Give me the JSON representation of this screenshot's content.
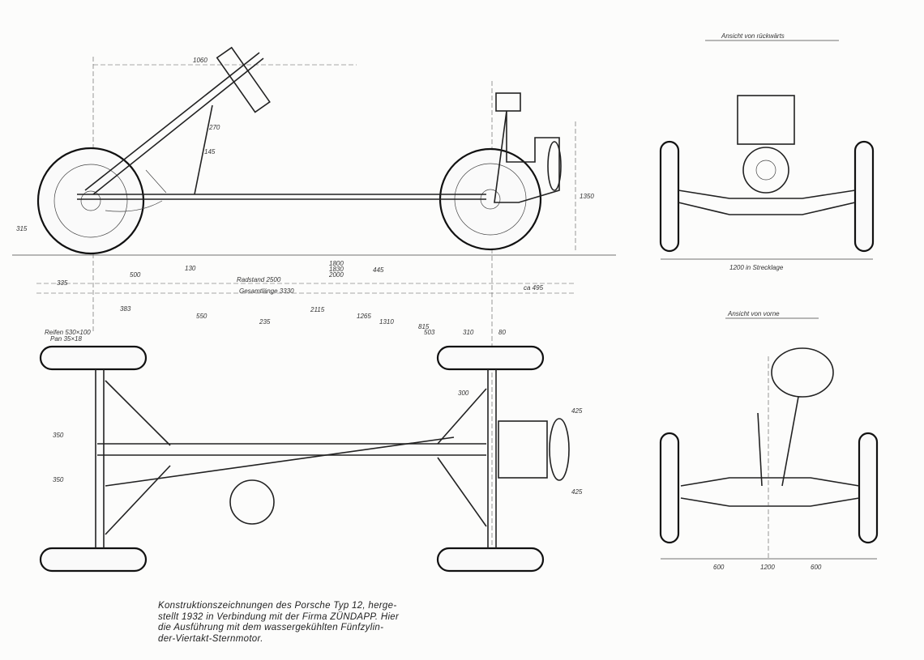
{
  "views": {
    "rear_title": "Ansicht von rückwärts",
    "front_title": "Ansicht von vorne",
    "rear_track": "1200 in Strecklage",
    "front_track": "1200"
  },
  "dimensions": {
    "top": "1060",
    "wheelbase": "Radstand 2500",
    "overall_length": "Gesamtlänge 3330",
    "rear_overhang": "ca 495",
    "heights": [
      "1800",
      "1830",
      "2000"
    ],
    "side": [
      "335",
      "500",
      "130",
      "145",
      "270",
      "445",
      "1350",
      "315"
    ],
    "plan": [
      "383",
      "550",
      "235",
      "2115",
      "1265",
      "1310",
      "503",
      "815",
      "310",
      "80",
      "300",
      "425",
      "425",
      "350",
      "350"
    ],
    "tire": [
      "Reifen 530×100",
      "Pan 35×18"
    ],
    "front_offsets": [
      "600",
      "600"
    ]
  },
  "caption": {
    "lines": [
      "Konstruktionszeichnungen des Porsche Typ 12, herge-",
      "stellt 1932 in Verbindung mit der Firma ZÜNDAPP. Hier",
      "die Ausführung mit dem wassergekühlten Fünfzylin-",
      "der-Viertakt-Sternmotor."
    ]
  }
}
